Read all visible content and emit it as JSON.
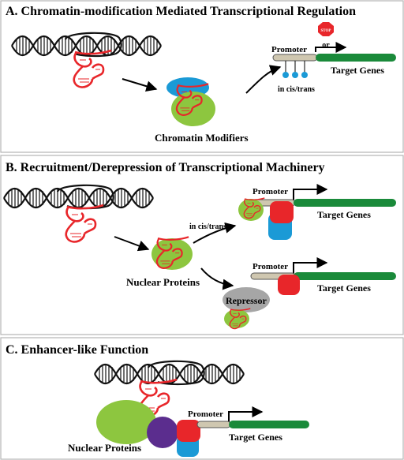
{
  "panels": {
    "a": {
      "title": "A. Chromatin-modification Mediated Transcriptional Regulation",
      "stop_sign": "STOP",
      "or_label": "or",
      "promoter_label": "Promoter",
      "target_genes_label": "Target Genes",
      "cis_trans_label": "in cis/trans",
      "modifiers_label": "Chromatin Modifiers"
    },
    "b": {
      "title": "B. Recruitment/Derepression of Transcriptional Machinery",
      "cis_trans_label": "in cis/trans",
      "promoter_label_1": "Promoter",
      "target_genes_label_1": "Target Genes",
      "promoter_label_2": "Promoter",
      "target_genes_label_2": "Target Genes",
      "repressor_label": "Repressor",
      "nuclear_proteins_label": "Nuclear Proteins"
    },
    "c": {
      "title": "C. Enhancer-like Function",
      "promoter_label": "Promoter",
      "target_genes_label": "Target Genes",
      "nuclear_proteins_label": "Nuclear Proteins"
    }
  },
  "colors": {
    "rna_red": "#e8262a",
    "protein_green": "#8dc63f",
    "protein_blue": "#1b9ad6",
    "protein_purple": "#5b2d8e",
    "repressor_gray": "#a6a6a6",
    "gene_green": "#1a8a3a",
    "promoter_tan": "#cfc7b0",
    "stop_red": "#e8262a"
  }
}
